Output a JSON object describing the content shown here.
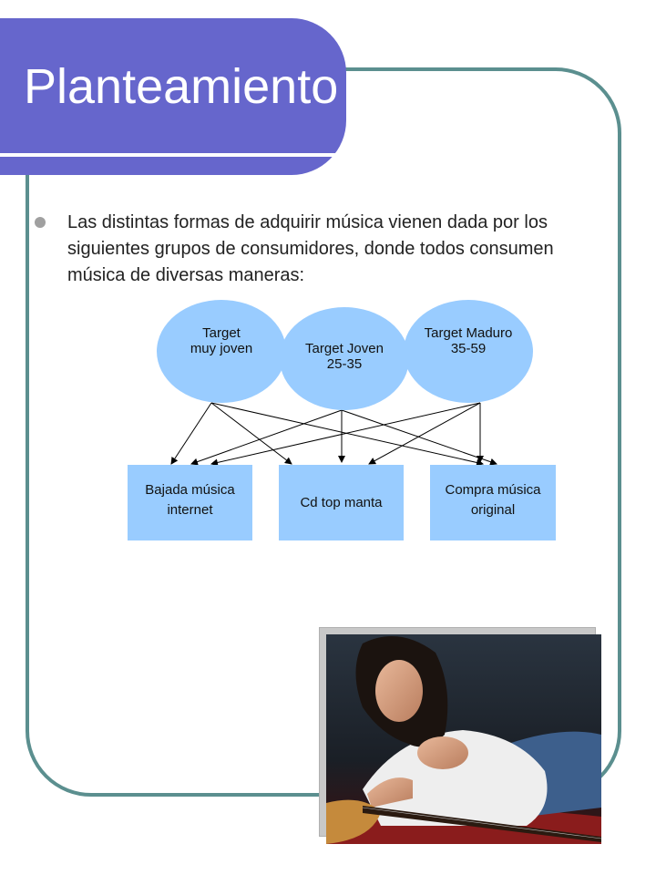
{
  "slide": {
    "title": "Planteamiento",
    "bullet": "Las distintas formas de adquirir música vienen dada por los siguientes grupos de consumidores, donde todos consumen música de diversas maneras:"
  },
  "diagram": {
    "targets": [
      {
        "line1": "Target",
        "line2": "muy joven"
      },
      {
        "line1": "Target Joven",
        "line2": "25-35"
      },
      {
        "line1": "Target Maduro",
        "line2": "35-59"
      }
    ],
    "channels": [
      {
        "line1": "Bajada música",
        "line2": "internet"
      },
      {
        "line1": "Cd top manta",
        "line2": ""
      },
      {
        "line1": "Compra música",
        "line2": "original"
      }
    ]
  },
  "colors": {
    "title_bar": "#6666cc",
    "frame": "#5b8f8f",
    "shape_fill": "#99ccff"
  }
}
